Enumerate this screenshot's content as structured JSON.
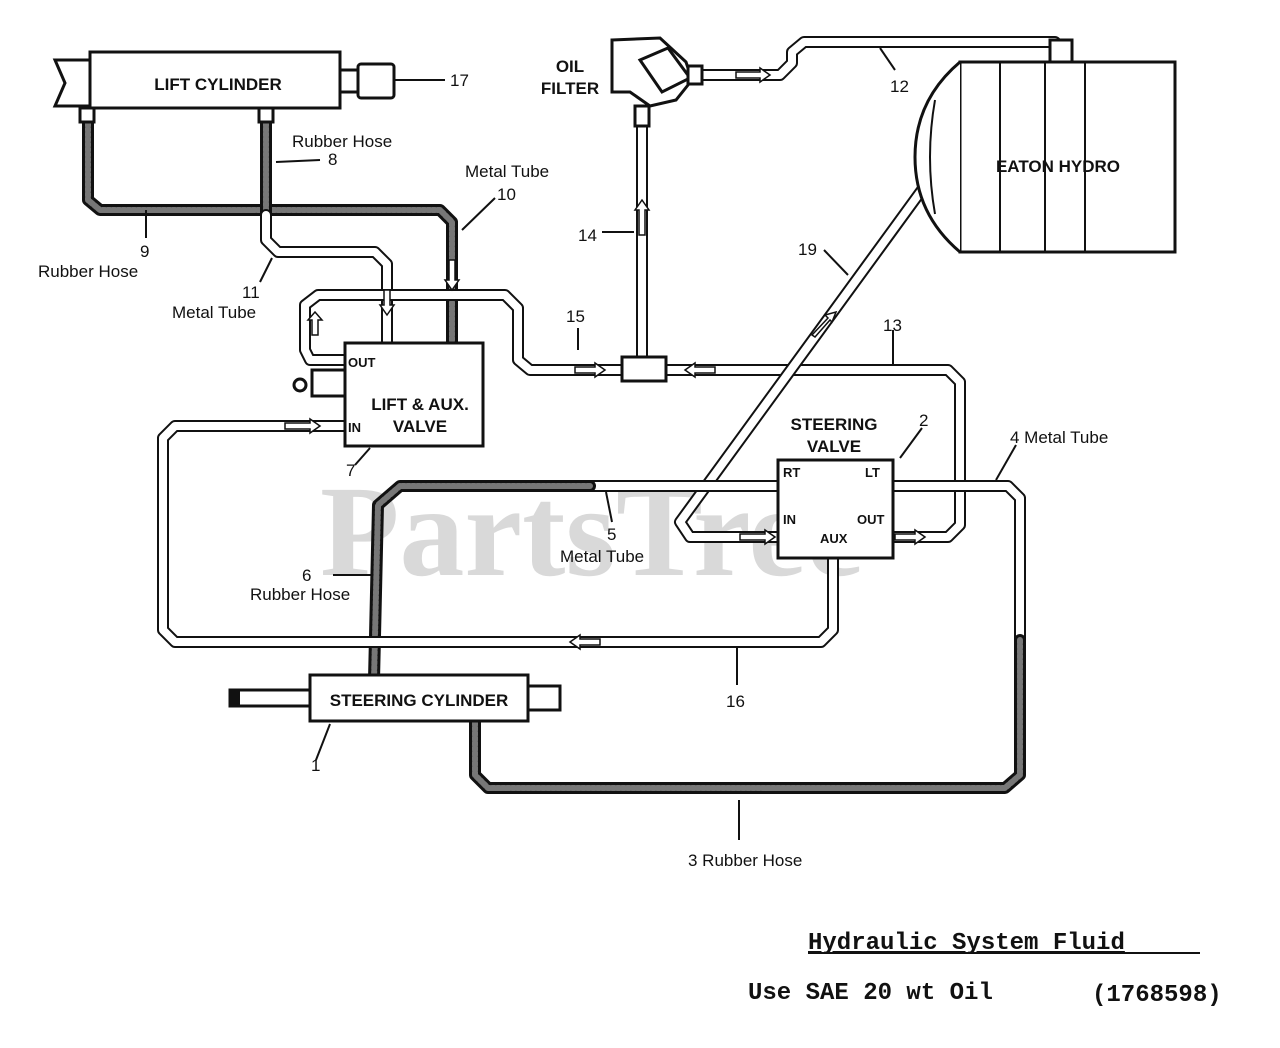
{
  "components": {
    "lift_cylinder": "LIFT CYLINDER",
    "oil_filter_line1": "OIL",
    "oil_filter_line2": "FILTER",
    "eaton_hydro": "EATON HYDRO",
    "lift_aux_valve_line1": "LIFT & AUX.",
    "lift_aux_valve_line2": "VALVE",
    "steering_valve_line1": "STEERING",
    "steering_valve_line2": "VALVE",
    "steering_cylinder": "STEERING CYLINDER"
  },
  "ports": {
    "lift_out": "OUT",
    "lift_in": "IN",
    "steer_rt": "RT",
    "steer_lt": "LT",
    "steer_in": "IN",
    "steer_out": "OUT",
    "steer_aux": "AUX"
  },
  "callouts": {
    "n1": "1",
    "n2": "2",
    "n3": "3  Rubber Hose",
    "n4": "4 Metal Tube",
    "n5": "5",
    "n5_desc": "Metal Tube",
    "n6": "6",
    "n6_desc": "Rubber Hose",
    "n7": "7",
    "n8_desc": "Rubber Hose",
    "n8": "8",
    "n9": "9",
    "n9_desc": "Rubber Hose",
    "n10_desc": "Metal Tube",
    "n10": "10",
    "n11": "11",
    "n11_desc": "Metal Tube",
    "n12": "12",
    "n13": "13",
    "n14": "14",
    "n15": "15",
    "n16": "16",
    "n17": "17",
    "n19": "19"
  },
  "watermark": "PartsTree",
  "footer": {
    "title": "Hydraulic System Fluid",
    "note": "Use SAE 20 wt Oil",
    "part_number": "(1768598)"
  }
}
